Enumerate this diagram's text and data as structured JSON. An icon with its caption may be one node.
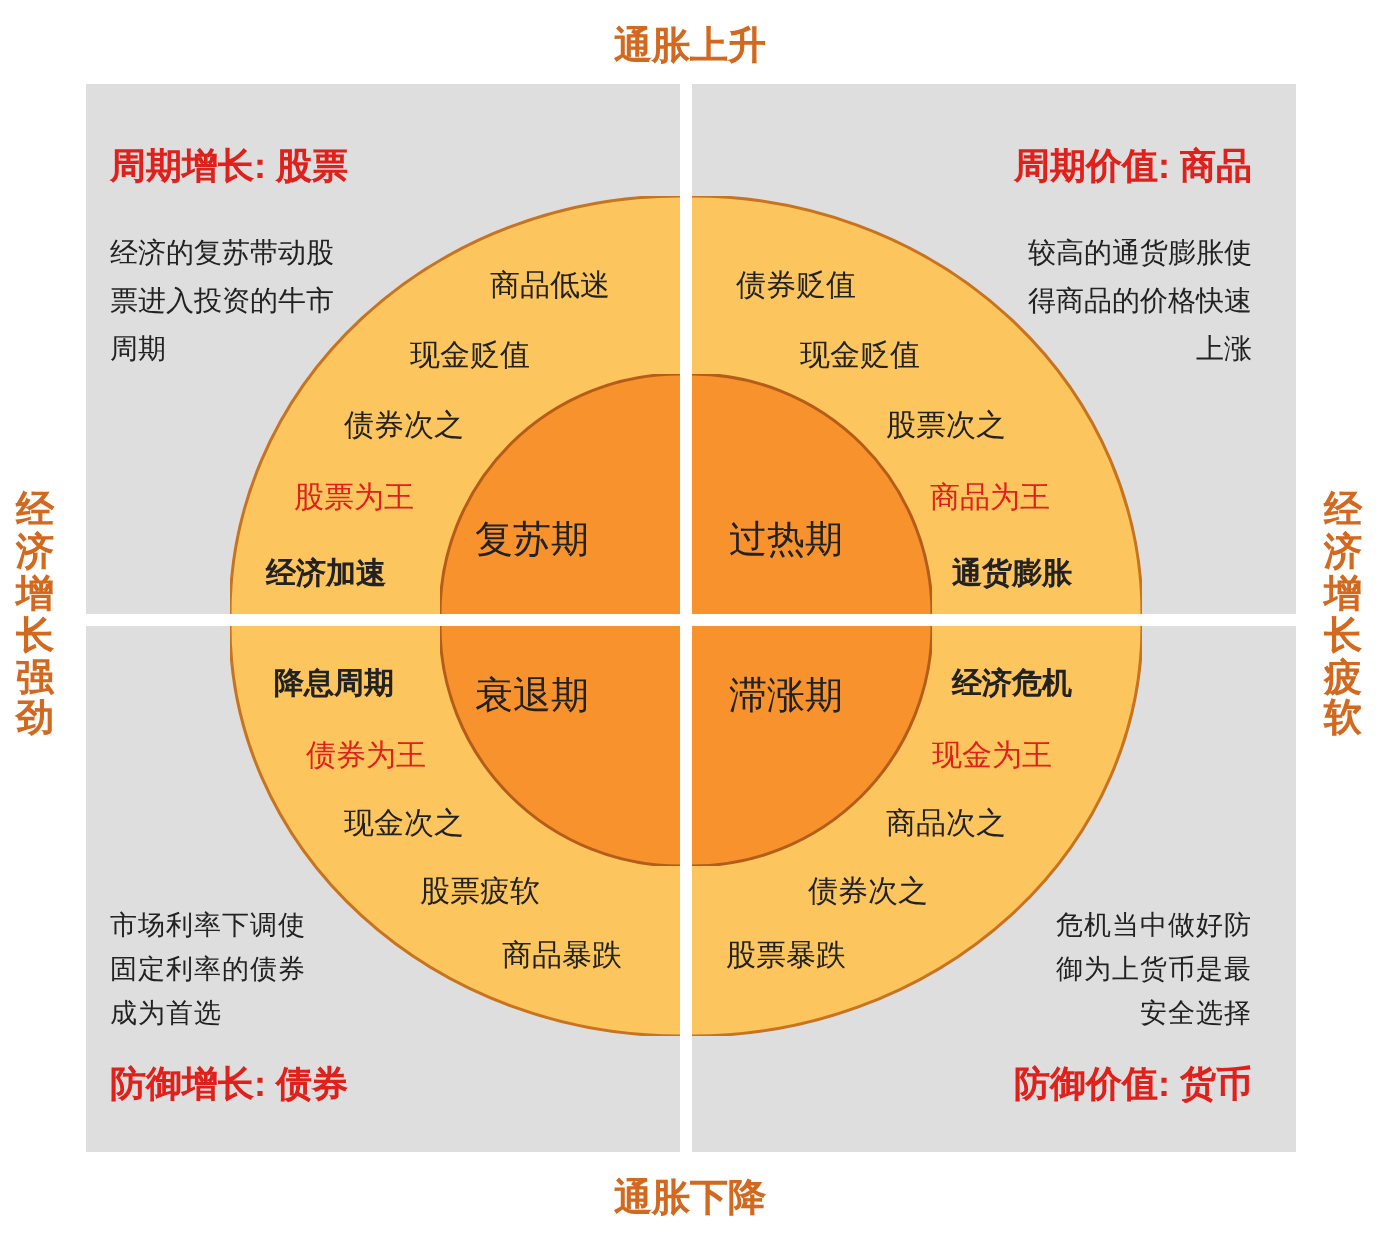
{
  "diagram": {
    "nodes": [
      {
        "text": [
          "周期增长: 股票",
          "经济的复苏带动股票进入投资的牛市周期"
        ]
      },
      {
        "text": [
          "周期价值: 商品",
          "较高的通货膨胀使得商品的价格快速上涨"
        ]
      },
      {
        "text": [
          "市场利率下调使固定利率的债券成为首选",
          "防御增长: 债券"
        ]
      },
      {
        "text": [
          "危机当中做好防御为上货币是最安全选择",
          "防御价值: 货币"
        ]
      },
      {
        "text": [
          "商品低迷",
          "现金贬值",
          "债券次之",
          "股票为王",
          "经济加速"
        ],
        "in": 0
      },
      {
        "text": [
          "复苏期"
        ],
        "in": 4
      },
      {
        "text": [
          "债券贬值",
          "现金贬值",
          "股票次之",
          "商品为王",
          "通货膨胀"
        ],
        "in": 1
      },
      {
        "text": [
          "过热期"
        ],
        "in": 6
      },
      {
        "text": [
          "降息周期",
          "债券为王",
          "现金次之",
          "股票疲软",
          "商品暴跌"
        ],
        "in": 2
      },
      {
        "text": [
          "衰退期"
        ],
        "in": 8
      },
      {
        "text": [
          "经济危机",
          "现金为王",
          "商品次之",
          "债券次之",
          "股票暴跌"
        ],
        "in": 3
      },
      {
        "text": [
          "滞涨期"
        ],
        "in": 10
      }
    ],
    "labels": [
      "通胀上升",
      "经济增长强劲",
      "经济增长疲软",
      "通胀下降"
    ]
  }
}
